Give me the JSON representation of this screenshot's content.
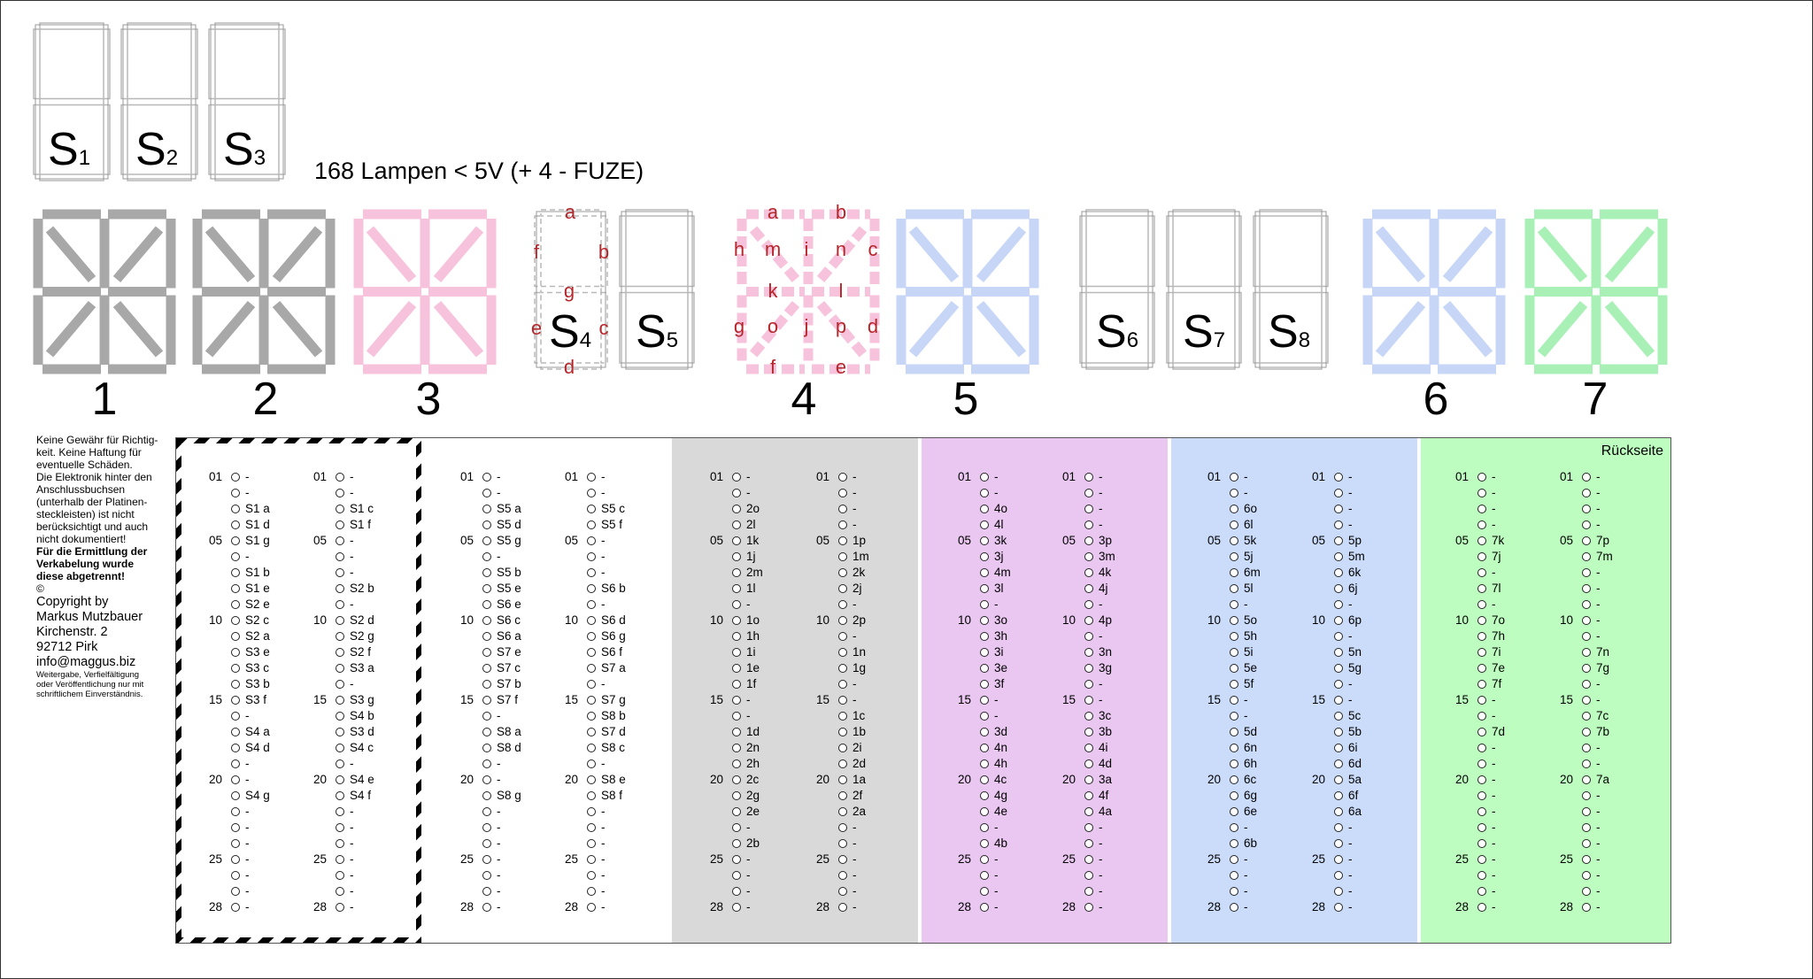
{
  "title": "168 Lampen < 5V  (+ 4 - FUZE)",
  "digit_numbers": [
    "1",
    "2",
    "3",
    "4",
    "5",
    "6",
    "7"
  ],
  "small_displays": [
    {
      "s": "S",
      "sub": "1"
    },
    {
      "s": "S",
      "sub": "2"
    },
    {
      "s": "S",
      "sub": "3"
    },
    {
      "s": "S",
      "sub": "4"
    },
    {
      "s": "S",
      "sub": "5"
    },
    {
      "s": "S",
      "sub": "6"
    },
    {
      "s": "S",
      "sub": "7"
    },
    {
      "s": "S",
      "sub": "8"
    }
  ],
  "seven_seg_labels": [
    "a",
    "b",
    "c",
    "d",
    "e",
    "f",
    "g"
  ],
  "sixteen_seg_labels": [
    "a",
    "b",
    "c",
    "d",
    "e",
    "f",
    "g",
    "h",
    "i",
    "j",
    "k",
    "l",
    "m",
    "n",
    "o",
    "p"
  ],
  "colors": {
    "gray": "#a8a8a8",
    "pink": "#f7c3dc",
    "blue": "#c7d6f7",
    "green": "#a9f0b7",
    "red": "#b5272b",
    "band_gray": "#d9d9d9",
    "band_purple": "#e9c7f0",
    "band_blue": "#cbdcfb",
    "band_green": "#bdfdbf"
  },
  "info": {
    "line1": "Keine Gewähr für Richtig-",
    "line2": "keit. Keine Haftung für",
    "line3": "eventuelle Schäden.",
    "line4": "Die Elektronik hinter den",
    "line5": "Anschlussbuchsen",
    "line6": "(unterhalb der Platinen-",
    "line7": "steckleisten) ist nicht",
    "line8": "berücksichtigt und auch",
    "line9": "nicht dokumentiert!",
    "bold1": "Für die Ermittlung der",
    "bold2": "Verkabelung wurde",
    "bold3": "diese abgetrennt!",
    "copy_sym": "©",
    "c1": "Copyright by",
    "c2": "Markus Mutzbauer",
    "c3": "Kirchenstr. 2",
    "c4": "92712 Pirk",
    "c5": "info@maggus.biz",
    "s1": "Weitergabe, Verfielfältigung",
    "s2": "oder Veröffentlichung nur mit",
    "s3": "schriftlichem Einverständnis."
  },
  "rueckseite": "Rückseite",
  "pin_numbers": {
    "0": "01",
    "4": "05",
    "9": "10",
    "14": "15",
    "19": "20",
    "24": "25",
    "27": "28"
  },
  "columns": [
    [
      "-",
      "-",
      "S1 a",
      "S1 d",
      "S1 g",
      "-",
      "S1 b",
      "S1 e",
      "S2 e",
      "S2 c",
      "S2 a",
      "S3 e",
      "S3 c",
      "S3 b",
      "S3 f",
      "-",
      "S4 a",
      "S4 d",
      "-",
      "-",
      "S4 g",
      "-",
      "-",
      "-",
      "-",
      "-",
      "-",
      "-"
    ],
    [
      "-",
      "-",
      "S1 c",
      "S1 f",
      "-",
      "-",
      "-",
      "S2 b",
      "-",
      "S2 d",
      "S2 g",
      "S2 f",
      "S3 a",
      "-",
      "S3 g",
      "S4 b",
      "S3 d",
      "S4 c",
      "-",
      "S4 e",
      "S4 f",
      "-",
      "-",
      "-",
      "-",
      "-",
      "-",
      "-"
    ],
    [
      "-",
      "-",
      "S5 a",
      "S5 d",
      "S5 g",
      "-",
      "S5 b",
      "S5 e",
      "S6 e",
      "S6 c",
      "S6 a",
      "S7 e",
      "S7 c",
      "S7 b",
      "S7 f",
      "-",
      "S8 a",
      "S8 d",
      "-",
      "-",
      "S8 g",
      "-",
      "-",
      "-",
      "-",
      "-",
      "-",
      "-"
    ],
    [
      "-",
      "-",
      "S5 c",
      "S5 f",
      "-",
      "-",
      "-",
      "S6 b",
      "-",
      "S6 d",
      "S6 g",
      "S6 f",
      "S7 a",
      "-",
      "S7 g",
      "S8 b",
      "S7 d",
      "S8 c",
      "-",
      "S8 e",
      "S8 f",
      "-",
      "-",
      "-",
      "-",
      "-",
      "-",
      "-"
    ],
    [
      "-",
      "-",
      "2o",
      "2l",
      "1k",
      "1j",
      "2m",
      "1l",
      "-",
      "1o",
      "1h",
      "1i",
      "1e",
      "1f",
      "-",
      "-",
      "1d",
      "2n",
      "2h",
      "2c",
      "2g",
      "2e",
      "-",
      "2b",
      "-",
      "-",
      "-",
      "-"
    ],
    [
      "-",
      "-",
      "-",
      "-",
      "1p",
      "1m",
      "2k",
      "2j",
      "-",
      "2p",
      "-",
      "1n",
      "1g",
      "-",
      "-",
      "1c",
      "1b",
      "2i",
      "2d",
      "1a",
      "2f",
      "2a",
      "-",
      "-",
      "-",
      "-",
      "-",
      "-"
    ],
    [
      "-",
      "-",
      "4o",
      "4l",
      "3k",
      "3j",
      "4m",
      "3l",
      "-",
      "3o",
      "3h",
      "3i",
      "3e",
      "3f",
      "-",
      "-",
      "3d",
      "4n",
      "4h",
      "4c",
      "4g",
      "4e",
      "-",
      "4b",
      "-",
      "-",
      "-",
      "-"
    ],
    [
      "-",
      "-",
      "-",
      "-",
      "3p",
      "3m",
      "4k",
      "4j",
      "-",
      "4p",
      "-",
      "3n",
      "3g",
      "-",
      "-",
      "3c",
      "3b",
      "4i",
      "4d",
      "3a",
      "4f",
      "4a",
      "-",
      "-",
      "-",
      "-",
      "-",
      "-"
    ],
    [
      "-",
      "-",
      "6o",
      "6l",
      "5k",
      "5j",
      "6m",
      "5l",
      "-",
      "5o",
      "5h",
      "5i",
      "5e",
      "5f",
      "-",
      "-",
      "5d",
      "6n",
      "6h",
      "6c",
      "6g",
      "6e",
      "-",
      "6b",
      "-",
      "-",
      "-",
      "-"
    ],
    [
      "-",
      "-",
      "-",
      "-",
      "5p",
      "5m",
      "6k",
      "6j",
      "-",
      "6p",
      "-",
      "5n",
      "5g",
      "-",
      "-",
      "5c",
      "5b",
      "6i",
      "6d",
      "5a",
      "6f",
      "6a",
      "-",
      "-",
      "-",
      "-",
      "-",
      "-"
    ],
    [
      "-",
      "-",
      "-",
      "-",
      "7k",
      "7j",
      "-",
      "7l",
      "-",
      "7o",
      "7h",
      "7i",
      "7e",
      "7f",
      "-",
      "-",
      "7d",
      "-",
      "-",
      "-",
      "-",
      "-",
      "-",
      "-",
      "-",
      "-",
      "-",
      "-"
    ],
    [
      "-",
      "-",
      "-",
      "-",
      "7p",
      "7m",
      "-",
      "-",
      "-",
      "-",
      "-",
      "7n",
      "7g",
      "-",
      "-",
      "7c",
      "7b",
      "-",
      "-",
      "7a",
      "-",
      "-",
      "-",
      "-",
      "-",
      "-",
      "-",
      "-"
    ]
  ]
}
